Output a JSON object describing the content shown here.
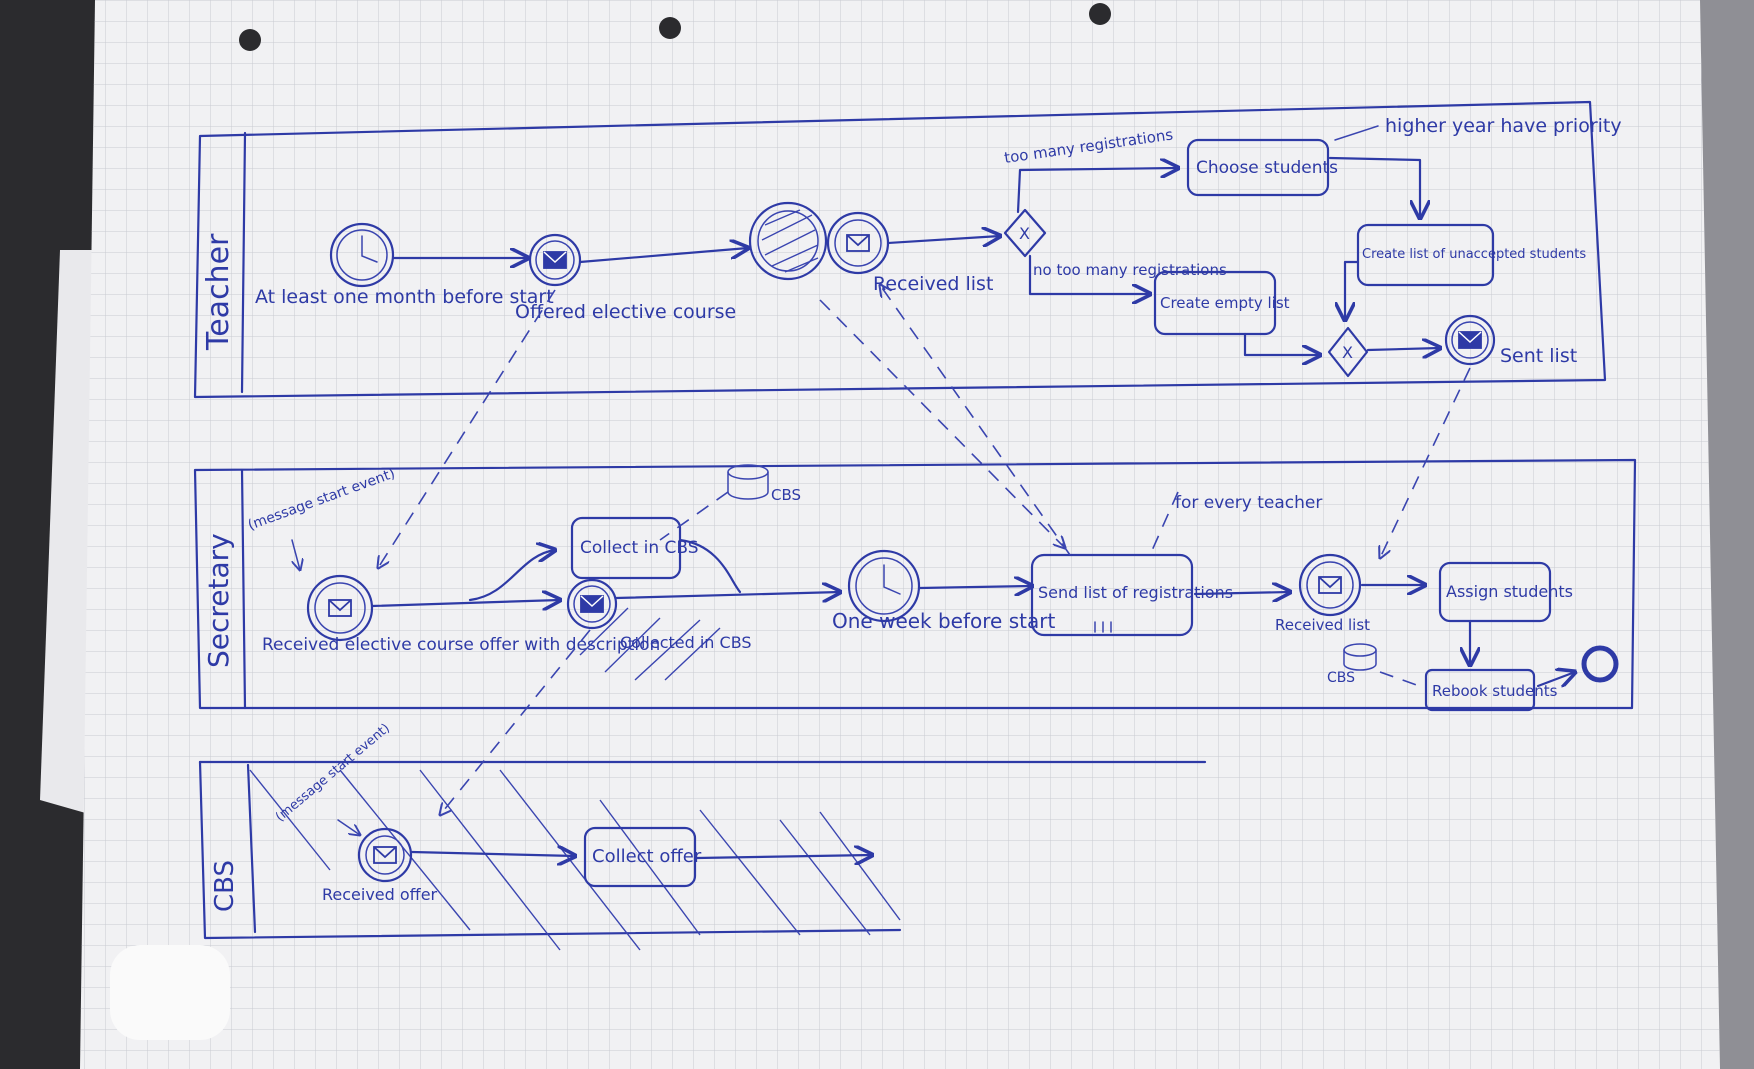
{
  "lanes": {
    "teacher": "Teacher",
    "secretary": "Secretary",
    "cbs": "CBS"
  },
  "teacher": {
    "timer_label": "At least one month before start",
    "offered_label": "Offered elective course",
    "received_label": "Received list",
    "branch_many": "too many registrations",
    "branch_not_many": "no too many registrations",
    "choose_task": "Choose students",
    "higher_note": "higher year have priority",
    "create_list_task": "Create list of unaccepted students",
    "create_empty_task": "Create empty list",
    "sent_label": "Sent list",
    "gateway_symbol": "X"
  },
  "secretary": {
    "msg_start_note": "(message start event)",
    "received_offer_label": "Received elective course offer with description",
    "collect_task": "Collect in CBS",
    "cbs_store": "CBS",
    "collected_label": "Collected in CBS",
    "one_week_label": "One week before start",
    "send_list_task": "Send list of registrations",
    "every_teacher_note": "for every teacher",
    "received_list_label": "Received list",
    "assign_task": "Assign students",
    "cbs_store2": "CBS",
    "rebook_task": "Rebook students"
  },
  "cbs": {
    "msg_start_note": "(message start event)",
    "received_offer_label": "Received offer",
    "collect_offer_task": "Collect offer"
  },
  "colors": {
    "ink": "#2e3aa6",
    "paper": "#f1f1f3",
    "grid": "#c9cad2"
  }
}
